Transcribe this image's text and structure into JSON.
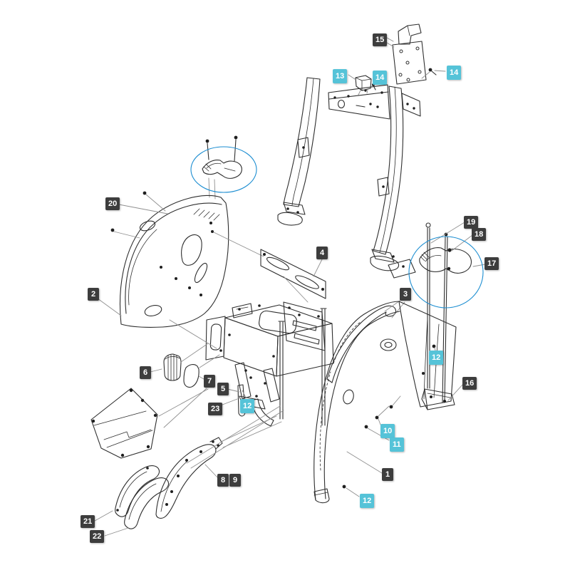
{
  "diagram": {
    "background": "#ffffff",
    "line_color": "#2e2e2e",
    "leader_color": "#8f8f8f",
    "highlight_circle_color": "#1b8dd1",
    "highlight_circles_count": 2,
    "label_colors": {
      "dark": "#3d3d3d",
      "cyan": "#55c3d8",
      "text": "#ffffff"
    },
    "labels": [
      {
        "text": "15",
        "variant": "dark"
      },
      {
        "text": "13",
        "variant": "cyan"
      },
      {
        "text": "14",
        "variant": "cyan"
      },
      {
        "text": "14",
        "variant": "cyan"
      },
      {
        "text": "20",
        "variant": "dark"
      },
      {
        "text": "2",
        "variant": "dark"
      },
      {
        "text": "19",
        "variant": "dark"
      },
      {
        "text": "18",
        "variant": "dark"
      },
      {
        "text": "17",
        "variant": "dark"
      },
      {
        "text": "4",
        "variant": "dark"
      },
      {
        "text": "3",
        "variant": "dark"
      },
      {
        "text": "6",
        "variant": "dark"
      },
      {
        "text": "7",
        "variant": "dark"
      },
      {
        "text": "5",
        "variant": "dark"
      },
      {
        "text": "23",
        "variant": "dark"
      },
      {
        "text": "12",
        "variant": "cyan"
      },
      {
        "text": "12",
        "variant": "cyan"
      },
      {
        "text": "16",
        "variant": "dark"
      },
      {
        "text": "10",
        "variant": "cyan"
      },
      {
        "text": "11",
        "variant": "cyan"
      },
      {
        "text": "1",
        "variant": "dark"
      },
      {
        "text": "12",
        "variant": "cyan"
      },
      {
        "text": "8",
        "variant": "dark"
      },
      {
        "text": "9",
        "variant": "dark"
      },
      {
        "text": "21",
        "variant": "dark"
      },
      {
        "text": "22",
        "variant": "dark"
      }
    ]
  }
}
